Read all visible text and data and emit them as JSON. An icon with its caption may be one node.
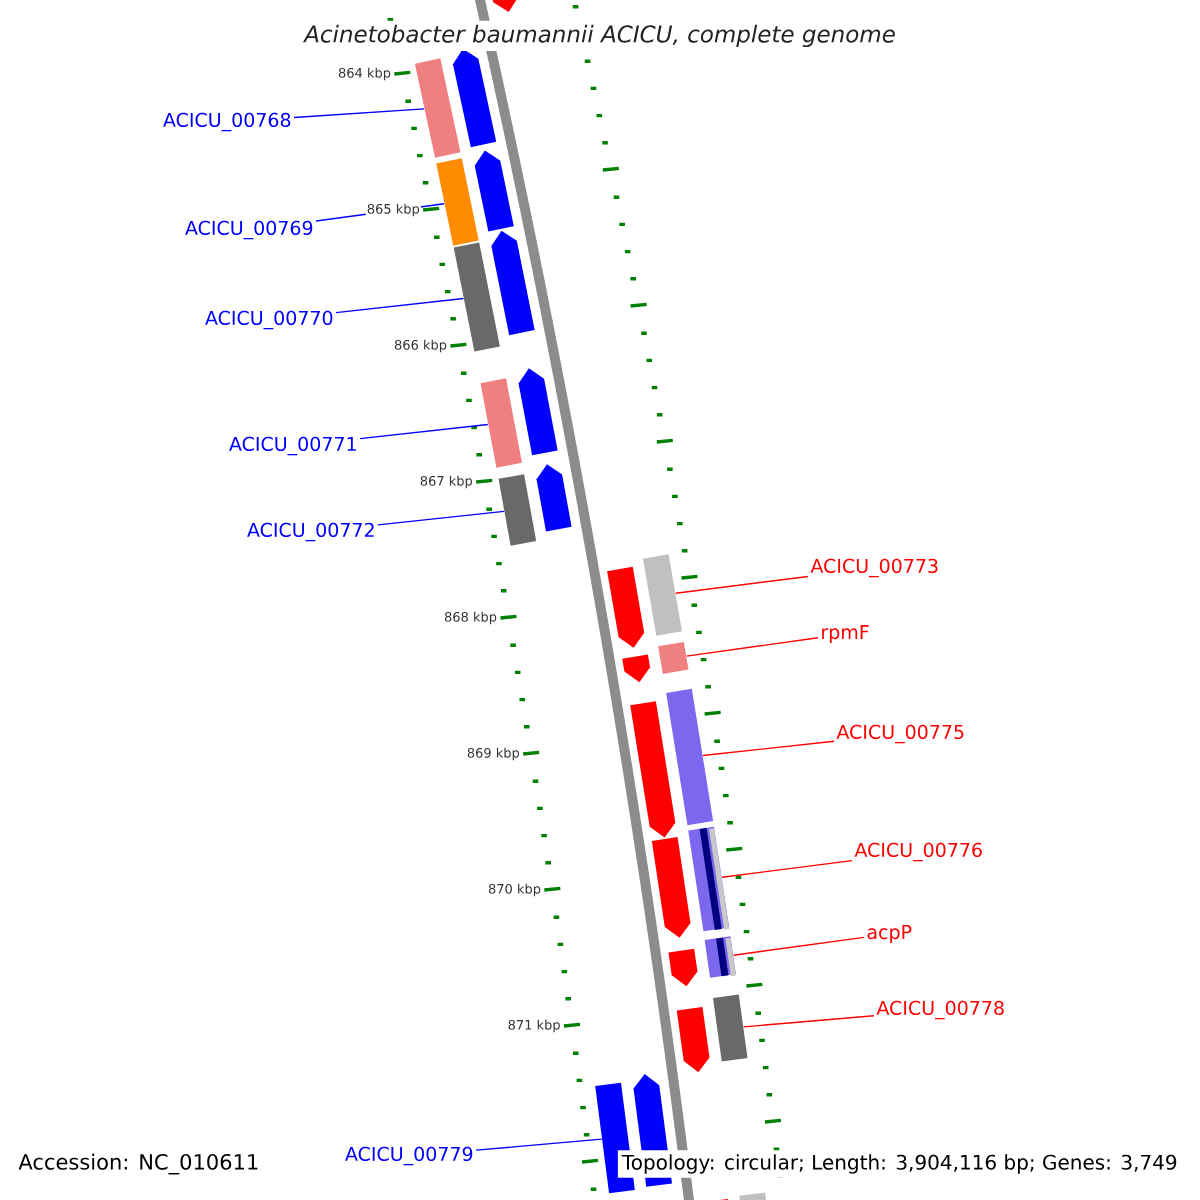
{
  "diagram": {
    "title": "Acinetobacter baumannii ACICU, complete genome",
    "nodes": [
      {
        "text": [
          "ACICU_00768"
        ]
      },
      {
        "text": [
          "ACICU_00769"
        ]
      },
      {
        "text": [
          "ACICU_00770"
        ]
      },
      {
        "text": [
          "ACICU_00771"
        ]
      },
      {
        "text": [
          "ACICU_00772"
        ]
      },
      {
        "text": [
          "ACICU_00773"
        ]
      },
      {
        "text": [
          "rpmF"
        ]
      },
      {
        "text": [
          "ACICU_00775"
        ]
      },
      {
        "text": [
          "ACICU_00776"
        ]
      },
      {
        "text": [
          "acpP"
        ]
      },
      {
        "text": [
          "ACICU_00778"
        ]
      },
      {
        "text": [
          "ACICU_00779"
        ]
      },
      {
        "text": [],
        "shape": "bar"
      },
      {
        "text": [],
        "shape": "bar"
      },
      {
        "text": [],
        "shape": "bar"
      },
      {
        "text": [],
        "shape": "bar"
      },
      {
        "text": [],
        "shape": "bar"
      },
      {
        "text": [],
        "shape": "bar"
      },
      {
        "text": [],
        "shape": "bar"
      },
      {
        "text": [],
        "shape": "bar"
      },
      {
        "text": [],
        "shape": "bar"
      },
      {
        "text": [],
        "shape": "bar"
      },
      {
        "text": [],
        "shape": "bar"
      },
      {
        "text": [],
        "shape": "bar"
      },
      {
        "text": [],
        "shape": "arrow"
      },
      {
        "text": [],
        "shape": "arrow"
      },
      {
        "text": [],
        "shape": "arrow"
      },
      {
        "text": [],
        "shape": "arrow"
      },
      {
        "text": [],
        "shape": "arrow"
      },
      {
        "text": [],
        "shape": "arrow"
      },
      {
        "text": [],
        "shape": "arrow"
      },
      {
        "text": [],
        "shape": "arrow"
      },
      {
        "text": [],
        "shape": "arrow"
      },
      {
        "text": [],
        "shape": "arrow"
      },
      {
        "text": [],
        "shape": "arrow"
      },
      {
        "text": [],
        "shape": "arrow"
      },
      {
        "text": [],
        "shape": "arrow"
      },
      {
        "text": [],
        "shape": "arrow"
      },
      {
        "text": [],
        "shape": "bar"
      }
    ],
    "edges": [
      {
        "from": 0,
        "to": 12,
        "arrow": "none",
        "color": "#0000ff"
      },
      {
        "from": 1,
        "to": 13,
        "arrow": "none",
        "color": "#0000ff"
      },
      {
        "from": 2,
        "to": 14,
        "arrow": "none",
        "color": "#0000ff"
      },
      {
        "from": 3,
        "to": 15,
        "arrow": "none",
        "color": "#0000ff"
      },
      {
        "from": 4,
        "to": 16,
        "arrow": "none",
        "color": "#0000ff"
      },
      {
        "from": 5,
        "to": 17,
        "arrow": "none",
        "color": "#ff0000"
      },
      {
        "from": 6,
        "to": 18,
        "arrow": "none",
        "color": "#ff0000"
      },
      {
        "from": 7,
        "to": 19,
        "arrow": "none",
        "color": "#ff0000"
      },
      {
        "from": 8,
        "to": 20,
        "arrow": "none",
        "color": "#ff0000"
      },
      {
        "from": 9,
        "to": 21,
        "arrow": "none",
        "color": "#ff0000"
      },
      {
        "from": 10,
        "to": 22,
        "arrow": "none",
        "color": "#ff0000"
      },
      {
        "from": 11,
        "to": 23,
        "arrow": "none",
        "color": "#0000ff"
      }
    ],
    "labels": [
      "864 kbp",
      "865 kbp",
      "866 kbp",
      "867 kbp",
      "868 kbp",
      "869 kbp",
      "870 kbp",
      "871 kbp",
      "Accession: NC_010611",
      "Topology: circular; Length: 3,904,116 bp; Genes: 3,749"
    ]
  }
}
